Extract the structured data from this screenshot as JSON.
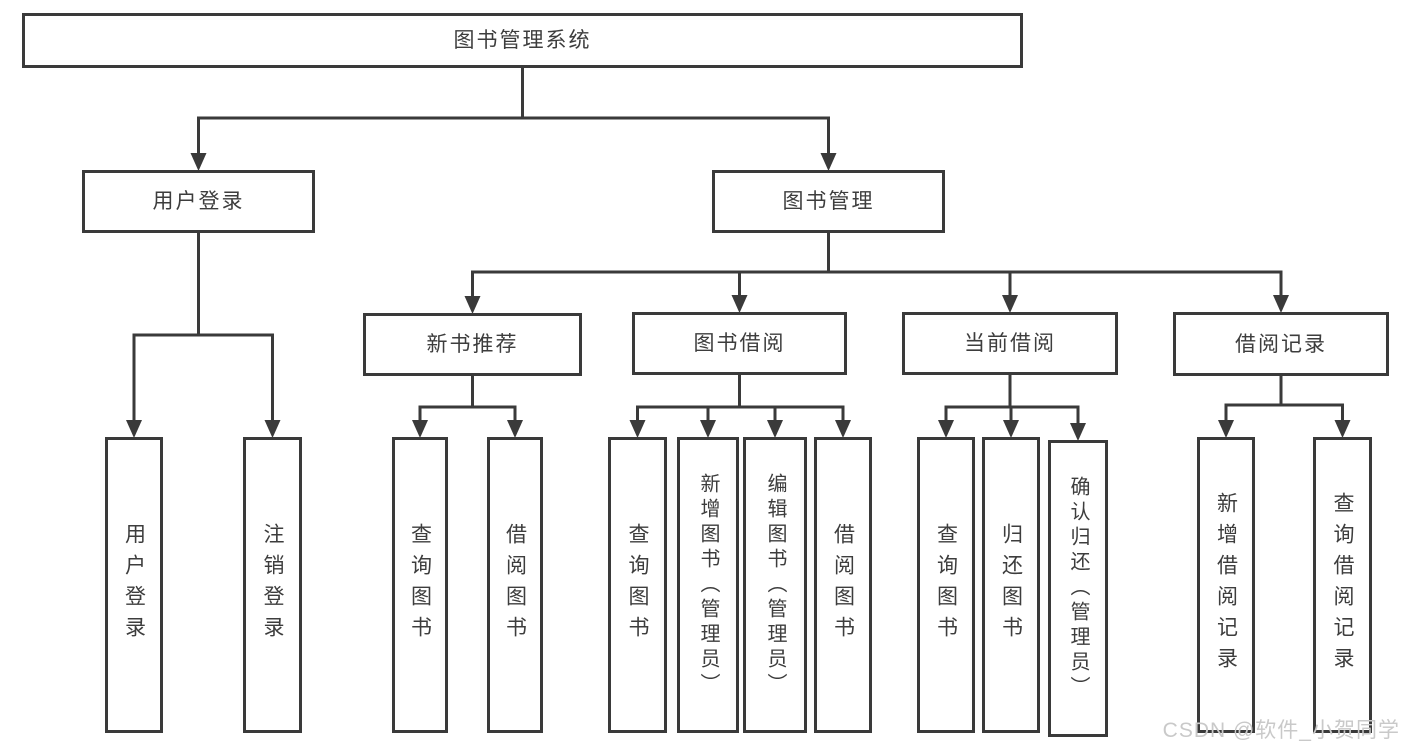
{
  "diagram": {
    "title": "图书管理系统",
    "line_color": "#3a3a3a",
    "text_color": "#3d3d3d",
    "background_color": "#ffffff",
    "nodes": [
      {
        "id": "root",
        "label": "图书管理系统",
        "level": 1,
        "orientation": "horizontal"
      },
      {
        "id": "user-login",
        "label": "用户登录",
        "level": 2,
        "orientation": "horizontal"
      },
      {
        "id": "book-mgmt",
        "label": "图书管理",
        "level": 2,
        "orientation": "horizontal"
      },
      {
        "id": "new-book-rec",
        "label": "新书推荐",
        "level": 3,
        "orientation": "horizontal"
      },
      {
        "id": "book-borrow",
        "label": "图书借阅",
        "level": 3,
        "orientation": "horizontal"
      },
      {
        "id": "current-borrow",
        "label": "当前借阅",
        "level": 3,
        "orientation": "horizontal"
      },
      {
        "id": "borrow-record",
        "label": "借阅记录",
        "level": 3,
        "orientation": "horizontal"
      },
      {
        "id": "leaf-login",
        "label": "用户登录",
        "level": 4,
        "orientation": "vertical"
      },
      {
        "id": "leaf-logout",
        "label": "注销登录",
        "level": 4,
        "orientation": "vertical"
      },
      {
        "id": "leaf-query-1",
        "label": "查询图书",
        "level": 4,
        "orientation": "vertical"
      },
      {
        "id": "leaf-borrow-1",
        "label": "借阅图书",
        "level": 4,
        "orientation": "vertical"
      },
      {
        "id": "leaf-query-2",
        "label": "查询图书",
        "level": 4,
        "orientation": "vertical"
      },
      {
        "id": "leaf-add-book",
        "label": "新增图书（管理员）",
        "level": 4,
        "orientation": "vertical"
      },
      {
        "id": "leaf-edit-book",
        "label": "编辑图书（管理员）",
        "level": 4,
        "orientation": "vertical"
      },
      {
        "id": "leaf-borrow-2",
        "label": "借阅图书",
        "level": 4,
        "orientation": "vertical"
      },
      {
        "id": "leaf-query-3",
        "label": "查询图书",
        "level": 4,
        "orientation": "vertical"
      },
      {
        "id": "leaf-return",
        "label": "归还图书",
        "level": 4,
        "orientation": "vertical"
      },
      {
        "id": "leaf-confirm-return",
        "label": "确认归还（管理员）",
        "level": 4,
        "orientation": "vertical"
      },
      {
        "id": "leaf-add-record",
        "label": "新增借阅记录",
        "level": 4,
        "orientation": "vertical"
      },
      {
        "id": "leaf-query-record",
        "label": "查询借阅记录",
        "level": 4,
        "orientation": "vertical"
      }
    ],
    "edges": [
      {
        "from": "root",
        "to": [
          "user-login",
          "book-mgmt"
        ]
      },
      {
        "from": "user-login",
        "to": [
          "leaf-login",
          "leaf-logout"
        ]
      },
      {
        "from": "book-mgmt",
        "to": [
          "new-book-rec",
          "book-borrow",
          "current-borrow",
          "borrow-record"
        ]
      },
      {
        "from": "new-book-rec",
        "to": [
          "leaf-query-1",
          "leaf-borrow-1"
        ]
      },
      {
        "from": "book-borrow",
        "to": [
          "leaf-query-2",
          "leaf-add-book",
          "leaf-edit-book",
          "leaf-borrow-2"
        ]
      },
      {
        "from": "current-borrow",
        "to": [
          "leaf-query-3",
          "leaf-return",
          "leaf-confirm-return"
        ]
      },
      {
        "from": "borrow-record",
        "to": [
          "leaf-add-record",
          "leaf-query-record"
        ]
      }
    ]
  },
  "watermark": {
    "text": "CSDN @软件_小贺同学",
    "color": "#c9c9c9"
  }
}
